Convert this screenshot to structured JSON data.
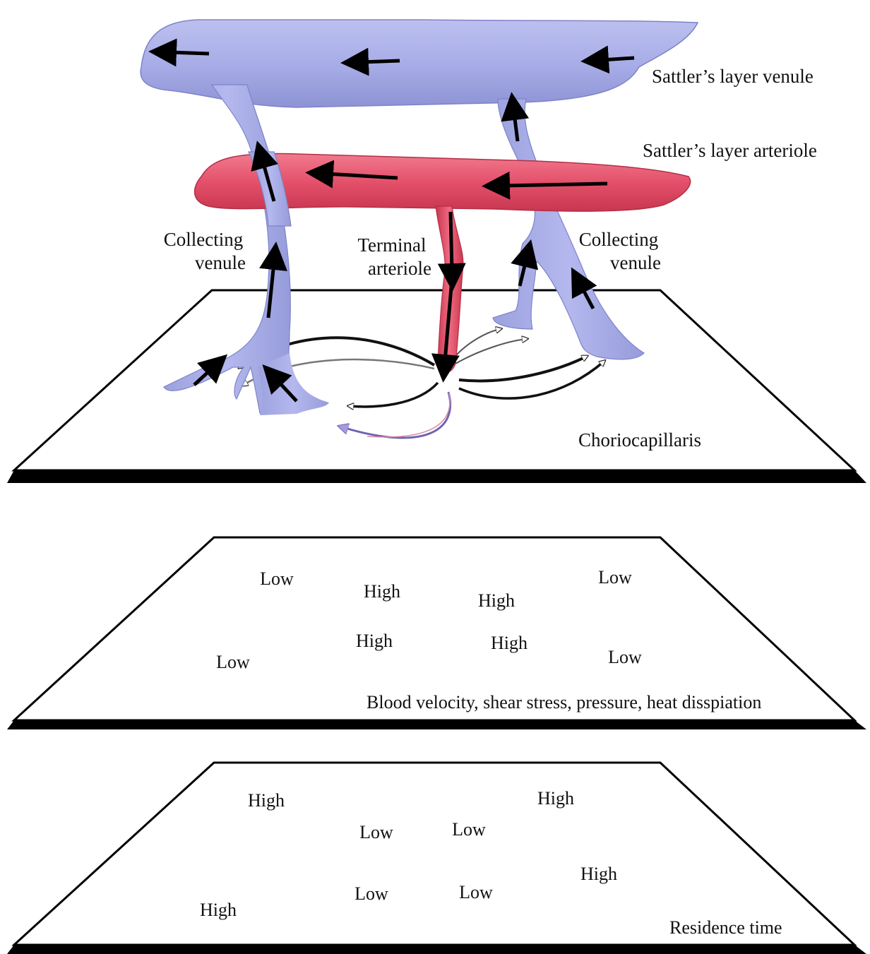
{
  "colors": {
    "venule": "#a9aee6",
    "venule_dark": "#8f95d6",
    "arteriole": "#e24b63",
    "arteriole_dark": "#c8334d",
    "arrow": "#000000",
    "plane_edge": "#000000",
    "flow_lilac": "#9b8fd8",
    "flow_pink": "#d98aa0"
  },
  "diagram": {
    "panels": [
      {
        "id": "anatomy",
        "labels": {
          "venule_top": "Sattler’s layer venule",
          "arteriole": "Sattler’s layer arteriole",
          "collecting_left_1": "Collecting",
          "collecting_left_2": "venule",
          "terminal_1": "Terminal",
          "terminal_2": "arteriole",
          "collecting_right_1": "Collecting",
          "collecting_right_2": "venule",
          "plane": "Choriocapillaris"
        }
      },
      {
        "id": "velocity",
        "caption": "Blood velocity, shear stress, pressure, heat disspiation",
        "values": [
          "Low",
          "High",
          "High",
          "Low",
          "Low",
          "High",
          "High",
          "Low"
        ]
      },
      {
        "id": "residence",
        "caption": "Residence time",
        "values": [
          "High",
          "High",
          "Low",
          "Low",
          "High",
          "High",
          "Low",
          "Low"
        ]
      }
    ]
  }
}
